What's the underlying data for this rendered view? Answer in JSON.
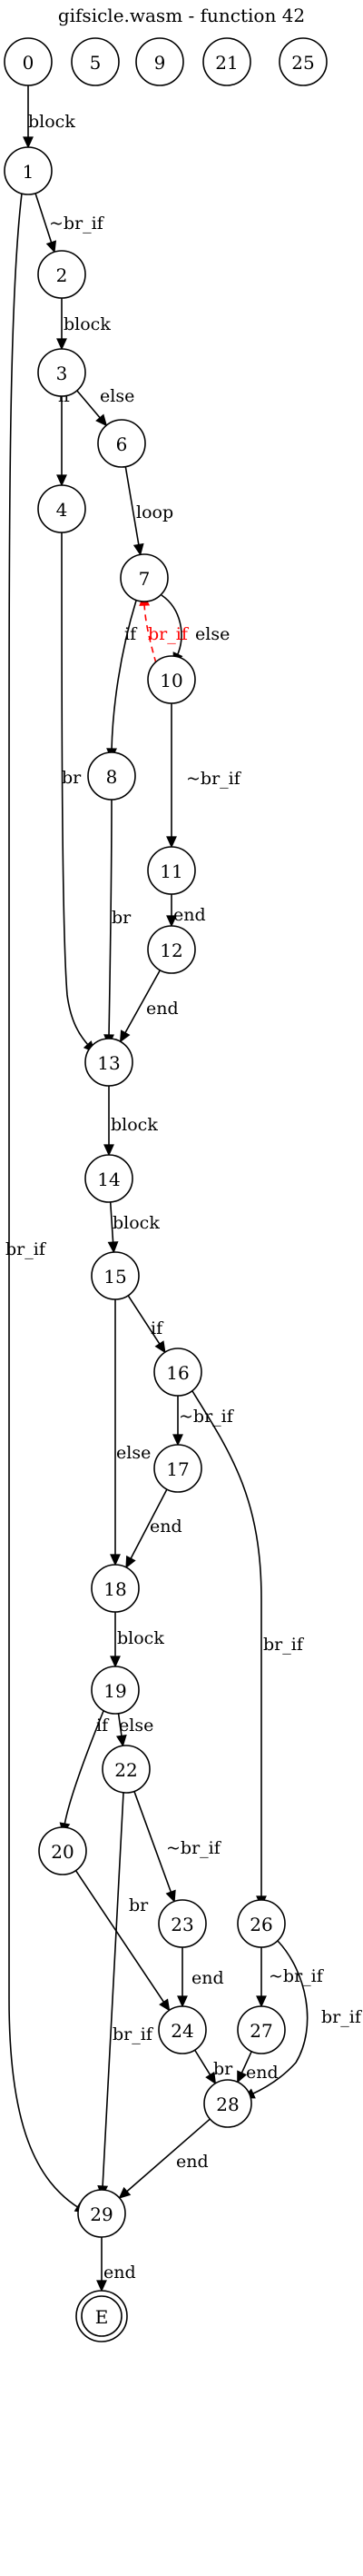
{
  "title": "gifsicle.wasm - function 42",
  "nodes": [
    {
      "id": "0",
      "label": "0"
    },
    {
      "id": "5",
      "label": "5"
    },
    {
      "id": "9",
      "label": "9"
    },
    {
      "id": "21",
      "label": "21"
    },
    {
      "id": "25",
      "label": "25"
    },
    {
      "id": "1",
      "label": "1"
    },
    {
      "id": "2",
      "label": "2"
    },
    {
      "id": "3",
      "label": "3"
    },
    {
      "id": "4",
      "label": "4"
    },
    {
      "id": "6",
      "label": "6"
    },
    {
      "id": "7",
      "label": "7"
    },
    {
      "id": "8",
      "label": "8"
    },
    {
      "id": "10",
      "label": "10"
    },
    {
      "id": "11",
      "label": "11"
    },
    {
      "id": "12",
      "label": "12"
    },
    {
      "id": "13",
      "label": "13"
    },
    {
      "id": "14",
      "label": "14"
    },
    {
      "id": "15",
      "label": "15"
    },
    {
      "id": "16",
      "label": "16"
    },
    {
      "id": "17",
      "label": "17"
    },
    {
      "id": "18",
      "label": "18"
    },
    {
      "id": "19",
      "label": "19"
    },
    {
      "id": "20",
      "label": "20"
    },
    {
      "id": "22",
      "label": "22"
    },
    {
      "id": "23",
      "label": "23"
    },
    {
      "id": "24",
      "label": "24"
    },
    {
      "id": "26",
      "label": "26"
    },
    {
      "id": "27",
      "label": "27"
    },
    {
      "id": "28",
      "label": "28"
    },
    {
      "id": "29",
      "label": "29"
    },
    {
      "id": "E",
      "label": "E"
    }
  ],
  "edges": [
    {
      "from": "0",
      "to": "1",
      "label": "block"
    },
    {
      "from": "1",
      "to": "2",
      "label": "~br_if"
    },
    {
      "from": "1",
      "to": "29",
      "label": "br_if"
    },
    {
      "from": "2",
      "to": "3",
      "label": "block"
    },
    {
      "from": "3",
      "to": "4",
      "label": "if"
    },
    {
      "from": "3",
      "to": "6",
      "label": "else"
    },
    {
      "from": "4",
      "to": "13",
      "label": "br"
    },
    {
      "from": "6",
      "to": "7",
      "label": "loop"
    },
    {
      "from": "7",
      "to": "8",
      "label": "if"
    },
    {
      "from": "7",
      "to": "10",
      "label": "else"
    },
    {
      "from": "10",
      "to": "7",
      "label": "br_if",
      "back": true
    },
    {
      "from": "8",
      "to": "13",
      "label": "br"
    },
    {
      "from": "10",
      "to": "11",
      "label": "~br_if"
    },
    {
      "from": "11",
      "to": "12",
      "label": "end"
    },
    {
      "from": "12",
      "to": "13",
      "label": "end"
    },
    {
      "from": "13",
      "to": "14",
      "label": "block"
    },
    {
      "from": "14",
      "to": "15",
      "label": "block"
    },
    {
      "from": "15",
      "to": "16",
      "label": "if"
    },
    {
      "from": "15",
      "to": "18",
      "label": "else"
    },
    {
      "from": "16",
      "to": "17",
      "label": "~br_if"
    },
    {
      "from": "16",
      "to": "26",
      "label": "br_if"
    },
    {
      "from": "17",
      "to": "18",
      "label": "end"
    },
    {
      "from": "18",
      "to": "19",
      "label": "block"
    },
    {
      "from": "19",
      "to": "20",
      "label": "if"
    },
    {
      "from": "19",
      "to": "22",
      "label": "else"
    },
    {
      "from": "20",
      "to": "24",
      "label": "br"
    },
    {
      "from": "22",
      "to": "23",
      "label": "~br_if"
    },
    {
      "from": "22",
      "to": "29",
      "label": "br_if"
    },
    {
      "from": "23",
      "to": "24",
      "label": "end"
    },
    {
      "from": "24",
      "to": "28",
      "label": "br"
    },
    {
      "from": "26",
      "to": "27",
      "label": "~br_if"
    },
    {
      "from": "26",
      "to": "28",
      "label": "br_if"
    },
    {
      "from": "27",
      "to": "28",
      "label": "end"
    },
    {
      "from": "28",
      "to": "29",
      "label": "end"
    },
    {
      "from": "29",
      "to": "E",
      "label": "end"
    }
  ]
}
